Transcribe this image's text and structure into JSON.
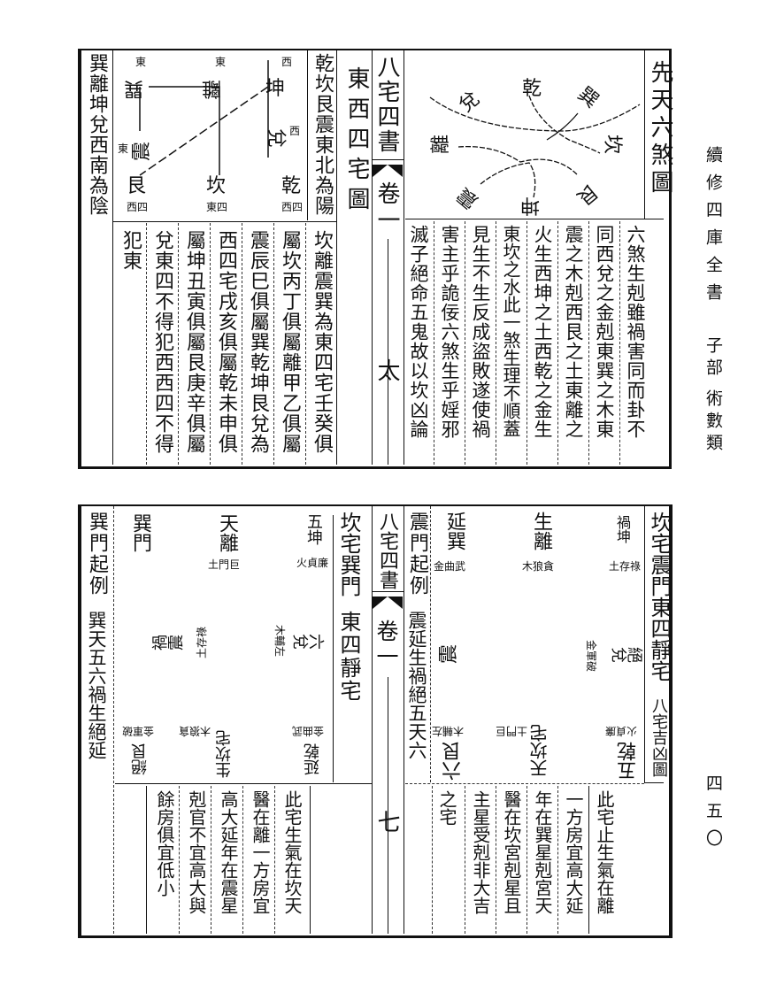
{
  "margin": {
    "series": "續修四庫全書",
    "section": "子部",
    "category": "術數類",
    "page_number": "四五〇"
  },
  "center_strip": {
    "top": {
      "book_title": "八宅四書",
      "volume": "卷一",
      "leaf": "太"
    },
    "bottom": {
      "book_title": "八宅四書",
      "volume": "卷一",
      "leaf": "七"
    }
  },
  "top_right": {
    "title": "先天六煞圖",
    "diagram": {
      "qian": "乾",
      "xun": "巽",
      "dui": "兌",
      "kan": "坎",
      "li": "離",
      "gen": "艮",
      "kun": "坤",
      "zhen": "震"
    },
    "columns": [
      "六煞生剋雖禍害同而卦不",
      "同西兌之金剋東巽之木東",
      "震之木剋西艮之土東離之",
      "火生西坤之土西乾之金生",
      "東坎之水此一煞生理不順蓋",
      "見生不生反成盜敗遂使禍",
      "害主乎詭佞六煞生乎婬邪",
      "滅子絕命五鬼故以坎凶論"
    ]
  },
  "top_left": {
    "title": "東西四宅圖",
    "yang_label": "乾坎艮震東北為陽",
    "yin_label": "巽離坤兌西南為陰",
    "diagram": {
      "kun": "坤",
      "kun_tag": "西",
      "li": "離",
      "li_tag": "東",
      "xun": "巽",
      "xun_tag": "東",
      "dui": "兌",
      "dui_tag": "西",
      "zhen": "震",
      "zhen_tag": "東",
      "qian": "乾",
      "qian_tag": "西四",
      "kan": "坎",
      "kan_tag": "東四",
      "gen": "艮",
      "gen_tag": "西四"
    },
    "columns": [
      "坎離震巽為東四宅壬癸俱",
      "屬坎丙丁俱屬離甲乙俱屬",
      "震辰巳俱屬巽乾坤艮兌為",
      "西四宅戌亥俱屬乾未申俱",
      "屬坤丑寅俱屬艮庚辛俱屬",
      "兌東四不得犯西西四不得",
      "犯東"
    ]
  },
  "bottom_right": {
    "title": "坎宅震門東四靜宅",
    "subtitle": "八宅吉凶圖",
    "rule_label": "震門起例",
    "rule": "震延生禍絕五天六",
    "diagram": {
      "top_left": "延巽",
      "top_left_tag": "金曲武",
      "top_mid": "生離",
      "top_mid_tag": "木狼貪",
      "top_right": "禍坤",
      "top_right_tag": "土存祿",
      "mid_left": "震",
      "mid_right": "絕兌",
      "mid_right_tag": "金軍破",
      "bot_left": "六艮",
      "bot_left_tag": "木輔左",
      "bot_mid": "天坎宅",
      "bot_mid_tag": "土門巨",
      "bot_right": "五乾",
      "bot_right_tag": "火貞廉"
    },
    "columns": [
      "此宅止生氣在離",
      "一方房宜高大延",
      "年在巽星剋宮天",
      "醫在坎宮剋星且",
      "主星受剋非大吉",
      "之宅"
    ]
  },
  "bottom_left": {
    "title": "坎宅巽門",
    "subtitle": "東四靜宅",
    "rule_label": "巽門起例",
    "rule": "巽天五六禍生絕延",
    "diagram": {
      "top_left": "巽門",
      "top_mid": "天離",
      "top_mid_tag": "土門巨",
      "top_right": "五坤",
      "top_right_tag": "火貞廉",
      "mid_left": "禍震",
      "mid_left_tag": "土存祿",
      "mid_right": "六兌",
      "mid_right_tag": "木輔左",
      "bot_left": "絕艮",
      "bot_left_tag": "金軍破",
      "bot_mid": "生坎宅",
      "bot_mid_tag": "木狼貪",
      "bot_right": "延乾",
      "bot_right_tag": "金曲武"
    },
    "columns": [
      "此宅生氣在坎天",
      "醫在離一方房宜",
      "高大延年在震星",
      "剋官不宜高大與",
      "餘房俱宜低小"
    ]
  }
}
